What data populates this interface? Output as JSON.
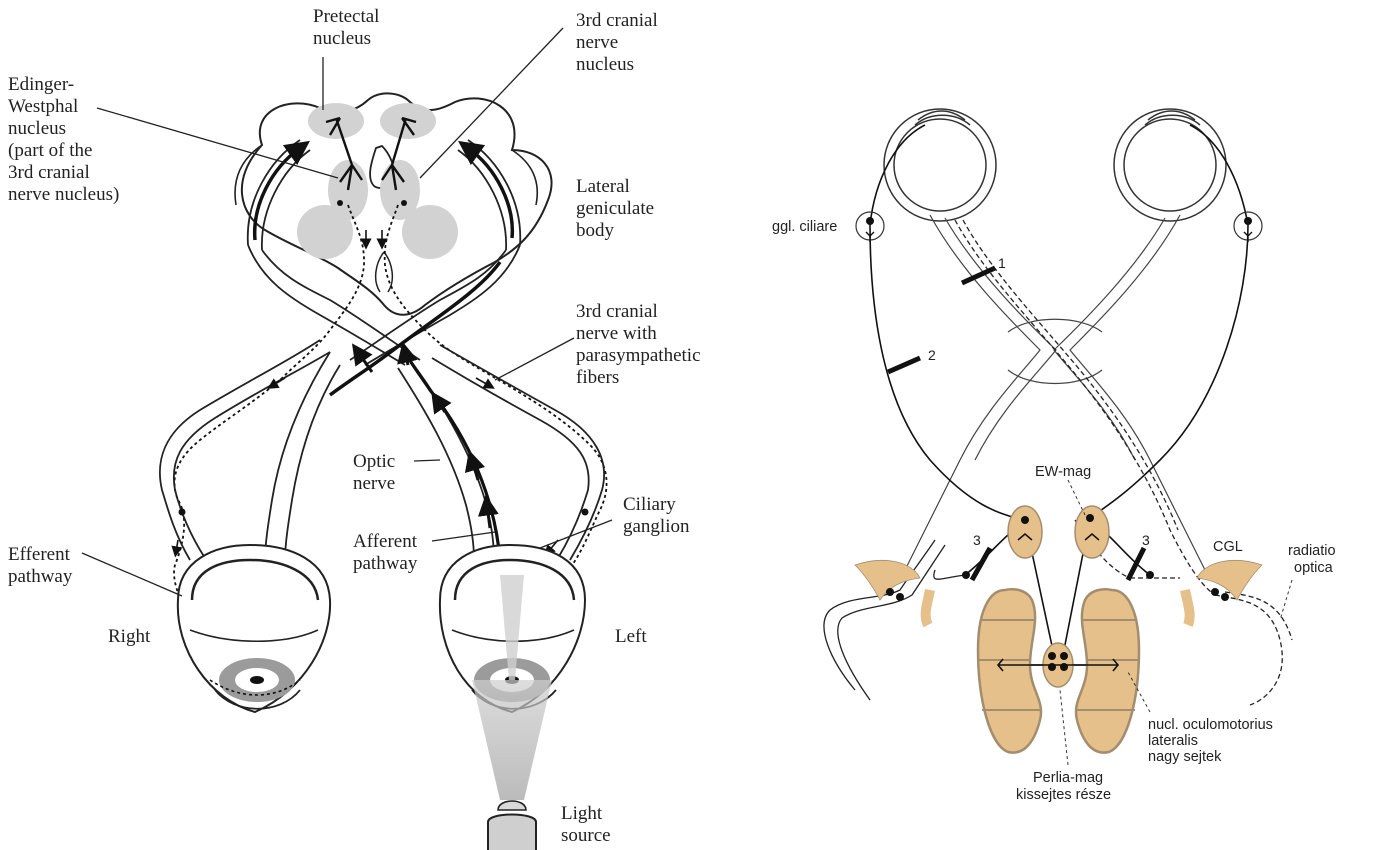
{
  "left_figure": {
    "labels": {
      "pretectal": [
        "Pretectal",
        "nucleus"
      ],
      "third_nucleus": [
        "3rd cranial",
        "nerve",
        "nucleus"
      ],
      "edinger": [
        "Edinger-",
        "Westphal",
        "nucleus",
        "(part of the",
        "3rd cranial",
        "nerve nucleus)"
      ],
      "lgb": [
        "Lateral",
        "geniculate",
        "body"
      ],
      "third_nerve": [
        "3rd cranial",
        "nerve with",
        "parasympathetic",
        "fibers"
      ],
      "optic_nerve": [
        "Optic",
        "nerve"
      ],
      "ciliary": [
        "Ciliary",
        "ganglion"
      ],
      "afferent": [
        "Afferent",
        "pathway"
      ],
      "efferent": [
        "Efferent",
        "pathway"
      ],
      "right": "Right",
      "left": "Left",
      "light": [
        "Light",
        "source"
      ]
    }
  },
  "right_figure": {
    "labels": {
      "ggl": "ggl. ciliare",
      "n1": "1",
      "n2": "2",
      "n3a": "3",
      "n3b": "3",
      "ew": "EW-mag",
      "cgl": "CGL",
      "radiatio": [
        "radiatio",
        "optica"
      ],
      "nucl": [
        "nucl. oculomotorius",
        "lateralis",
        "nagy sejtek"
      ],
      "perlia": [
        "Perlia-mag",
        "kissejtes része"
      ]
    },
    "colors": {
      "nucleus_fill": "#e5c08a",
      "nucleus_stroke": "#a38d6e"
    }
  }
}
